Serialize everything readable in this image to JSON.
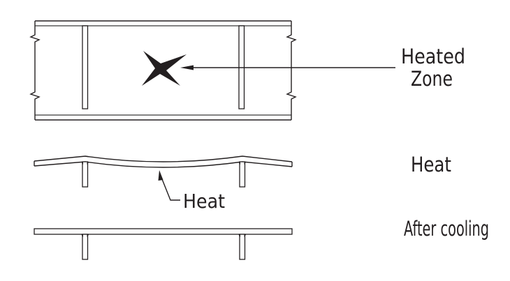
{
  "diagram": {
    "colors": {
      "line": "#231f20",
      "background": "#ffffff",
      "heated_zone_fill": "#231f20"
    },
    "plan_view": {
      "label_line1": "Heated",
      "label_line2": "Zone",
      "icons": {
        "heated_zone": "star-burst-icon",
        "break_marks": "zigzag-break-icon",
        "leader_arrow": "arrow-left-icon"
      }
    },
    "heat_view": {
      "right_label": "Heat",
      "leader_label": "Heat"
    },
    "cooled_view": {
      "right_label": "After cooling"
    }
  }
}
